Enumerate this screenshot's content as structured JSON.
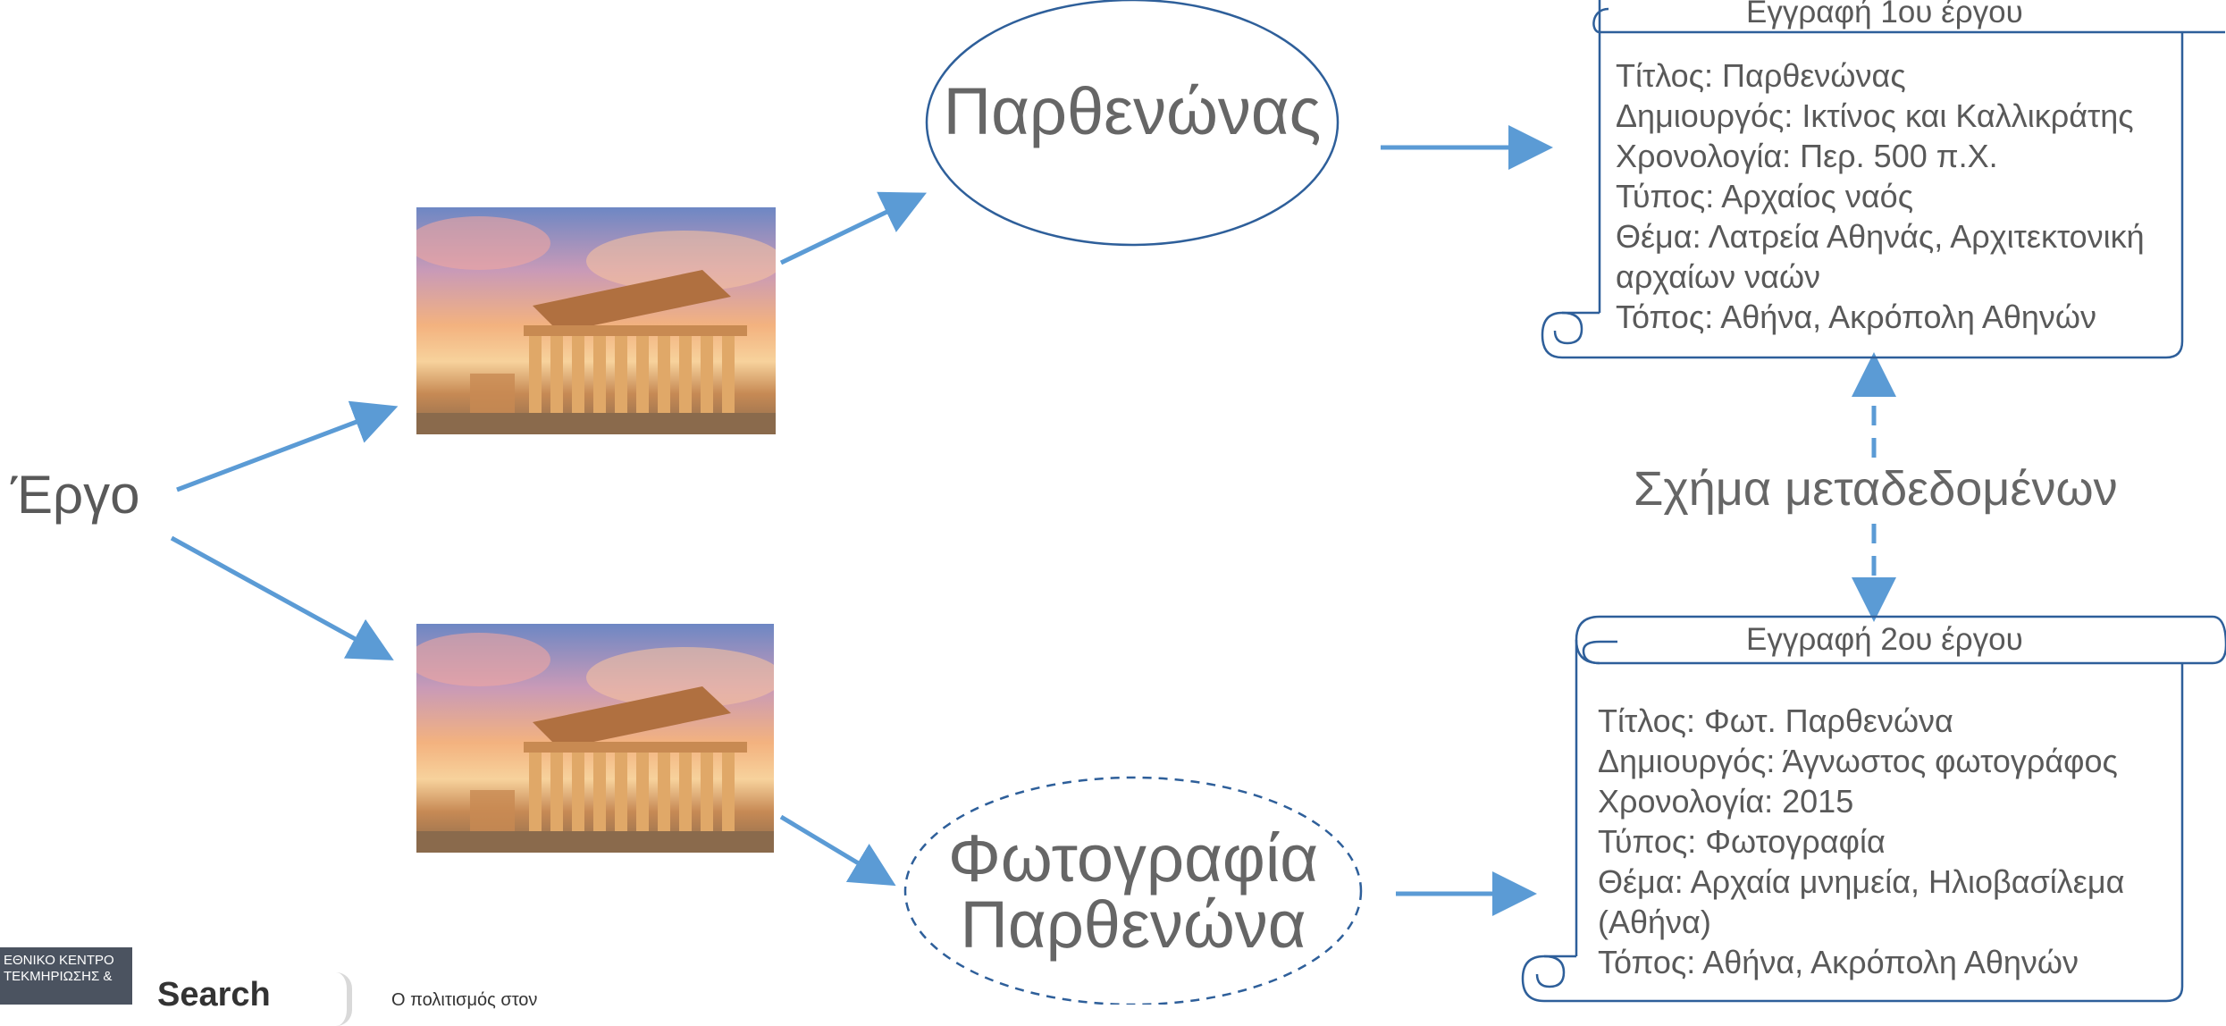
{
  "root_label": "Έργο",
  "node_top": "Παρθενώνας",
  "node_bottom_line1": "Φωτογραφία",
  "node_bottom_line2": "Παρθενώνα",
  "metadata_label": "Σχήμα μεταδεδομένων",
  "record1": {
    "title": "Εγγραφή 1ου έργου",
    "lines": [
      "Τίτλος: Παρθενώνας",
      "Δημιουργός: Ικτίνος και Καλλικράτης",
      "Χρονολογία: Περ. 500 π.Χ.",
      "Τύπος: Αρχαίος ναός",
      "Θέμα: Λατρεία  Αθηνάς, Αρχιτεκτονική",
      "αρχαίων ναών",
      "Τόπος: Αθήνα, Ακρόπολη Αθηνών"
    ]
  },
  "record2": {
    "title": "Εγγραφή 2ου έργου",
    "lines": [
      "Τίτλος: Φωτ. Παρθενώνα",
      "Δημιουργός: Άγνωστος φωτογράφος",
      "Χρονολογία: 2015",
      "Τύπος: Φωτογραφία",
      "Θέμα: Αρχαία μνημεία,  Ηλιοβασίλεμα",
      "(Αθήνα)",
      "Τόπος: Αθήνα, Ακρόπολη Αθηνών"
    ]
  },
  "footer": {
    "logo_line1": "ΕΘΝΙΚΟ ΚΕΝΤΡΟ",
    "logo_line2": "ΤΕΚΜΗΡΙΩΣΗΣ &",
    "search": "Search",
    "tagline": "Ο πολιτισμός στον"
  },
  "colors": {
    "accent": "#5b9bd5",
    "outline": "#2e5f9a",
    "text": "#595959"
  }
}
